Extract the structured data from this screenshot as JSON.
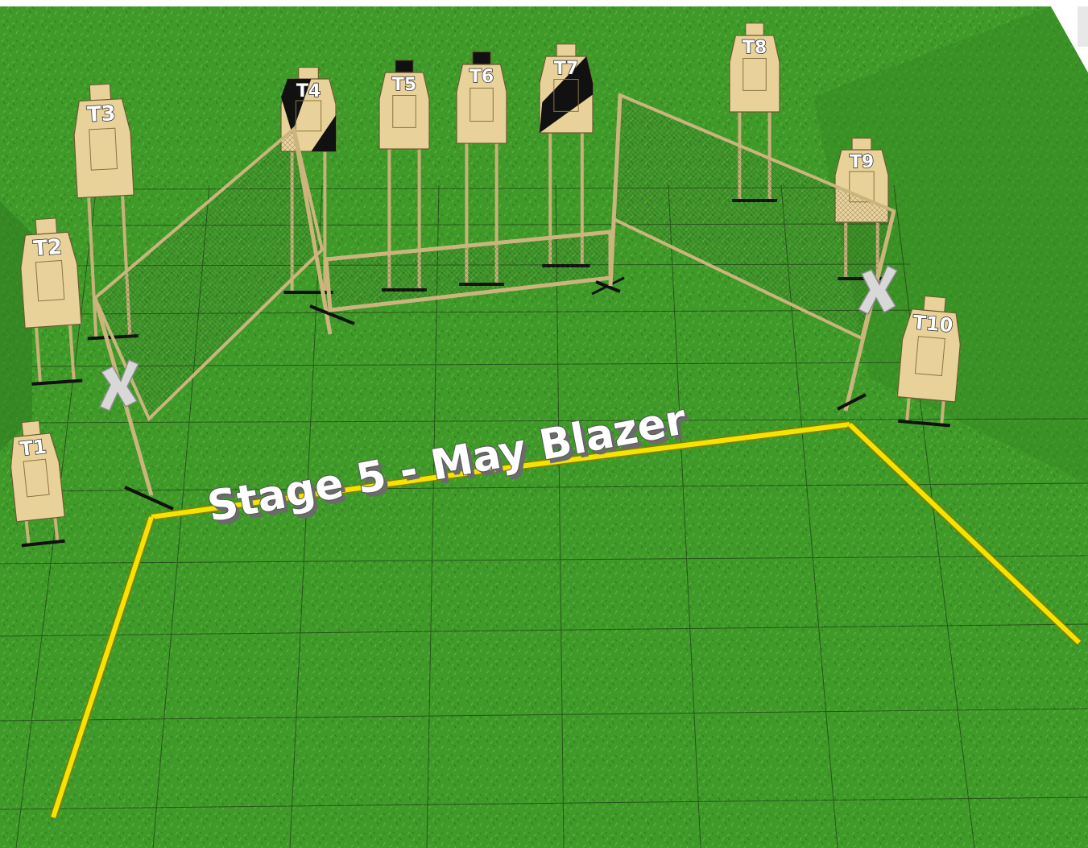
{
  "stage": {
    "title": "Stage 5 - May Blazer"
  },
  "targets": [
    {
      "id": "t1",
      "label": "T1",
      "style": "tan"
    },
    {
      "id": "t2",
      "label": "T2",
      "style": "tan"
    },
    {
      "id": "t3",
      "label": "T3",
      "style": "tan"
    },
    {
      "id": "t4",
      "label": "T4",
      "style": "partial-black"
    },
    {
      "id": "t5",
      "label": "T5",
      "style": "tan-black-head"
    },
    {
      "id": "t6",
      "label": "T6",
      "style": "tan-black-head"
    },
    {
      "id": "t7",
      "label": "T7",
      "style": "partial-black"
    },
    {
      "id": "t8",
      "label": "T8",
      "style": "tan"
    },
    {
      "id": "t9",
      "label": "T9",
      "style": "tan"
    },
    {
      "id": "t10",
      "label": "T10",
      "style": "tan"
    }
  ],
  "markers": [
    {
      "id": "start-left",
      "label": "X"
    },
    {
      "id": "start-right",
      "label": "X"
    }
  ],
  "colors": {
    "grass": "#3f9a2a",
    "grass_dark": "#2f7d1f",
    "fault_line": "#f4e400",
    "target_tan": "#e9d29a",
    "target_black": "#111111",
    "wall_frame": "#c9b27a",
    "net": "#4a4a3a"
  }
}
